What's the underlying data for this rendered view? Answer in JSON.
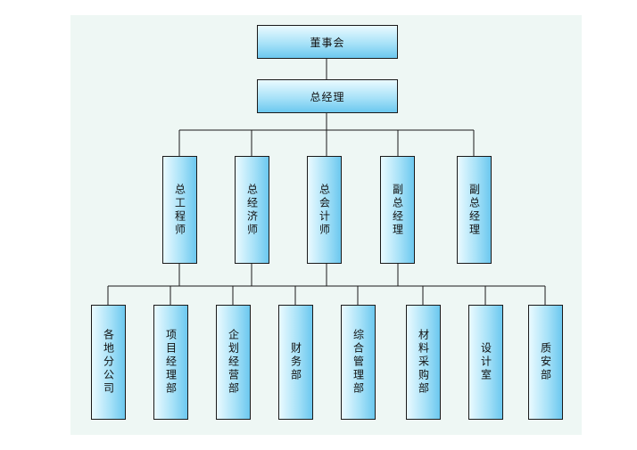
{
  "org_chart": {
    "root": {
      "label": "董事会"
    },
    "gm": {
      "label": "总经理"
    },
    "managers": [
      {
        "label": "总工程师"
      },
      {
        "label": "总经济师"
      },
      {
        "label": "总会计师"
      },
      {
        "label": "副总经理"
      },
      {
        "label": "副总经理"
      }
    ],
    "departments": [
      {
        "label": "各地分公司"
      },
      {
        "label": "项目经理部"
      },
      {
        "label": "企划经营部"
      },
      {
        "label": "财务部"
      },
      {
        "label": "综合管理部"
      },
      {
        "label": "材料采购部"
      },
      {
        "label": "设计室"
      },
      {
        "label": "质安部"
      }
    ],
    "colors": {
      "box_light": "#eafaff",
      "box_dark": "#6cc8ef",
      "border": "#1a1a1a",
      "background": "#eef7f4"
    }
  }
}
